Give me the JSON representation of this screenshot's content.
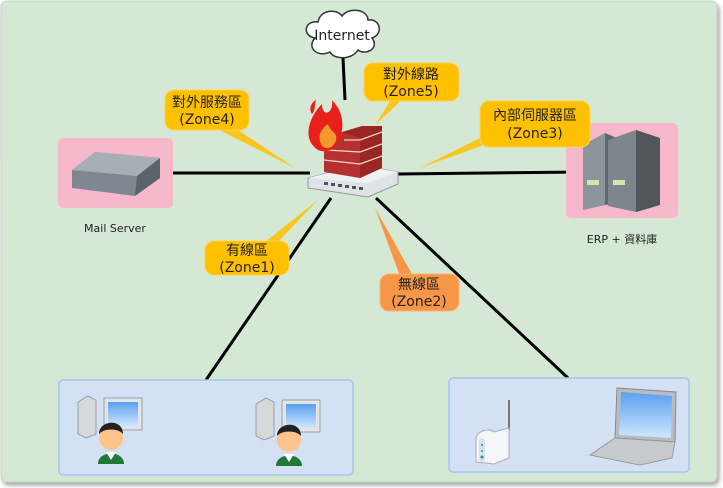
{
  "cloud": {
    "label": "Internet"
  },
  "servers": {
    "mail": {
      "label": "Mail Server"
    },
    "erp": {
      "label": "ERP + 資料庫"
    }
  },
  "zones": [
    {
      "name": "對外服務區",
      "id": "(Zone4)",
      "color": "#ffc000"
    },
    {
      "name": "對外線路",
      "id": "(Zone5)",
      "color": "#ffc000"
    },
    {
      "name": "內部伺服器區",
      "id": "(Zone3)",
      "color": "#ffc000"
    },
    {
      "name": "有線區",
      "id": "(Zone1)",
      "color": "#ffc000"
    },
    {
      "name": "無線區",
      "id": "(Zone2)",
      "color": "#f79646"
    }
  ],
  "colors": {
    "background": "#d5e8d4",
    "server_zone": "#f8b8cc",
    "client_zone": "#d4e1f5"
  }
}
